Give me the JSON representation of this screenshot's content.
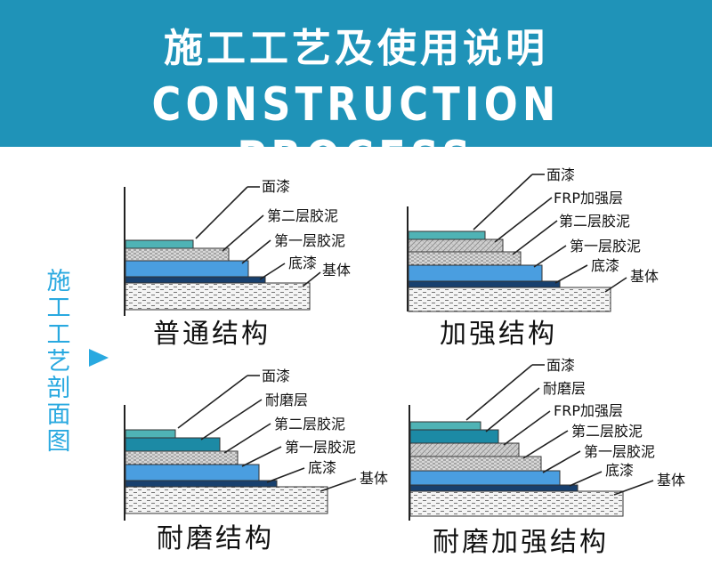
{
  "header": {
    "title_cn": "施工工艺及使用说明",
    "title_en": "CONSTRUCTION PROCESS"
  },
  "side": {
    "label": "施工工艺剖面图",
    "arrow_icon": "triangle-right-icon",
    "color": "#29a9e0"
  },
  "colors": {
    "header_bg": "#1f93b8",
    "topcoat": "#4fb3b5",
    "wear": "#1c8aa5",
    "putty": "#c8c8c8",
    "primer_light": "#4a9ee0",
    "primer_dark": "#18406e",
    "substrate": "#f2f2f2"
  },
  "panels": [
    {
      "id": "normal",
      "caption": "普通结构",
      "layers": [
        "topcoat",
        "putty2",
        "putty1",
        "primer",
        "substrate"
      ],
      "labels": [
        "面漆",
        "第二层胶泥",
        "第一层胶泥",
        "底漆",
        "基体"
      ]
    },
    {
      "id": "reinforced",
      "caption": "加强结构",
      "layers": [
        "topcoat",
        "frp",
        "putty2",
        "putty1",
        "primer",
        "substrate"
      ],
      "labels": [
        "面漆",
        "FRP加强层",
        "第二层胶泥",
        "第一层胶泥",
        "底漆",
        "基体"
      ]
    },
    {
      "id": "wear",
      "caption": "耐磨结构",
      "layers": [
        "topcoat",
        "wear",
        "putty2",
        "putty1",
        "primer",
        "substrate"
      ],
      "labels": [
        "面漆",
        "耐磨层",
        "第二层胶泥",
        "第一层胶泥",
        "底漆",
        "基体"
      ]
    },
    {
      "id": "wear-reinforced",
      "caption": "耐磨加强结构",
      "layers": [
        "topcoat",
        "wear",
        "frp",
        "putty2",
        "putty1",
        "primer",
        "substrate"
      ],
      "labels": [
        "面漆",
        "耐磨层",
        "FRP加强层",
        "第二层胶泥",
        "第一层胶泥",
        "底漆",
        "基体"
      ]
    }
  ]
}
